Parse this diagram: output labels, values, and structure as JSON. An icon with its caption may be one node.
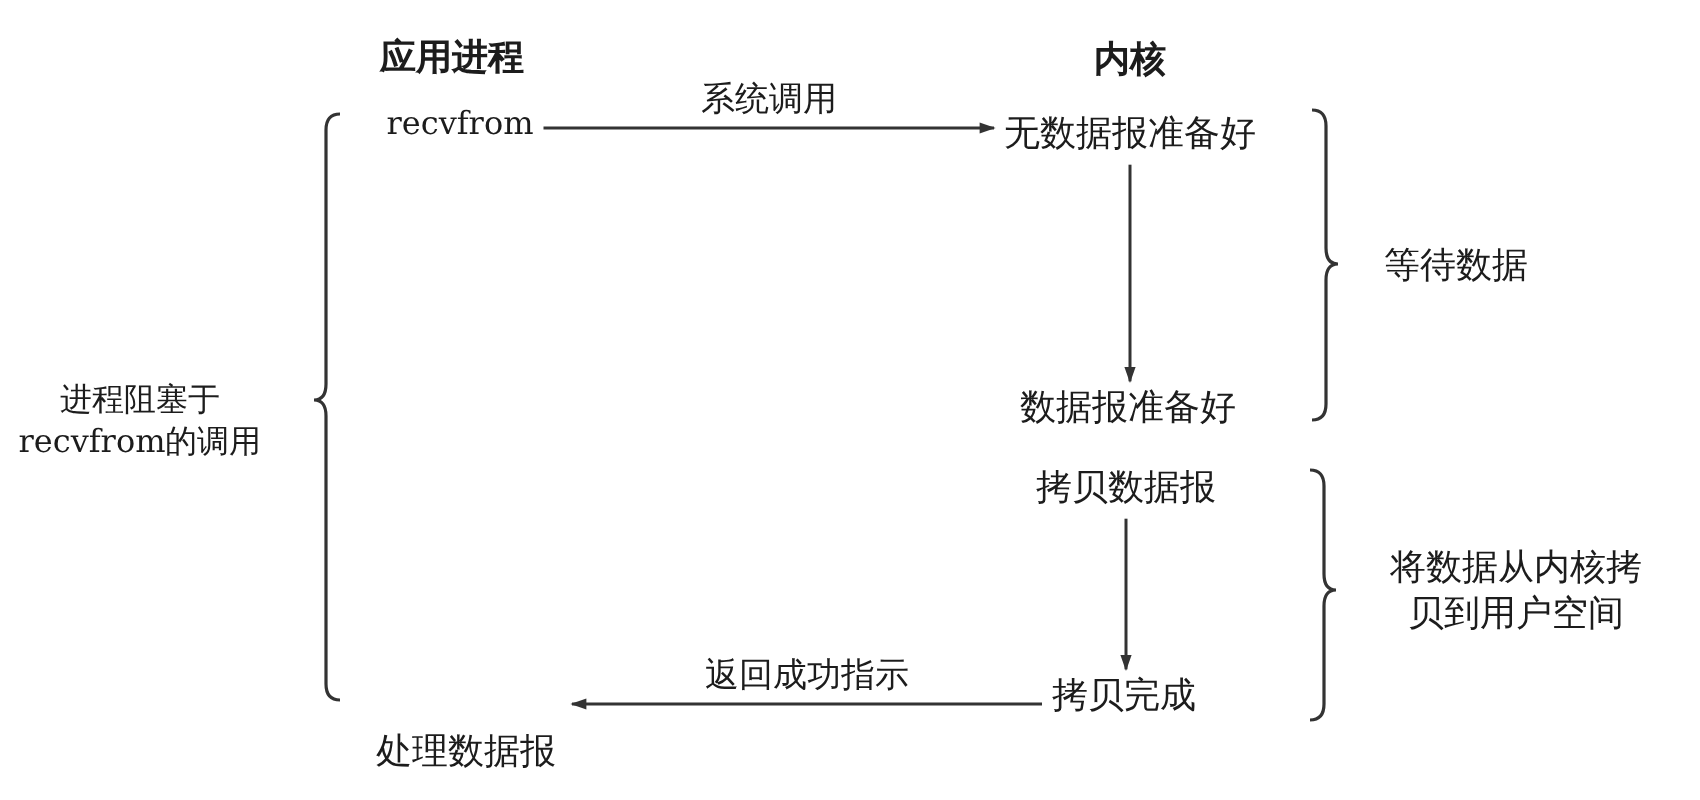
{
  "diagram": {
    "nodes": [
      {
        "text": [
          "recvfrom"
        ]
      },
      {
        "text": [
          "无数据报准备好"
        ]
      },
      {
        "text": [
          "数据报准备好"
        ]
      },
      {
        "text": [
          "拷贝数据报"
        ]
      },
      {
        "text": [
          "拷贝完成"
        ]
      },
      {
        "text": [
          "处理数据报"
        ]
      }
    ],
    "edges": [
      {
        "from": 0,
        "to": 1,
        "arrow": "to",
        "label": "系统调用"
      },
      {
        "from": 1,
        "to": 2,
        "arrow": "to"
      },
      {
        "from": 3,
        "to": 4,
        "arrow": "to"
      },
      {
        "from": 4,
        "to": 5,
        "arrow": "to",
        "label": "返回成功指示"
      }
    ],
    "labels": [
      "应用进程",
      "内核",
      "等待数据",
      "进程阻塞于recvfrom的调用",
      "将数据从内核拷贝到用户空间"
    ]
  }
}
